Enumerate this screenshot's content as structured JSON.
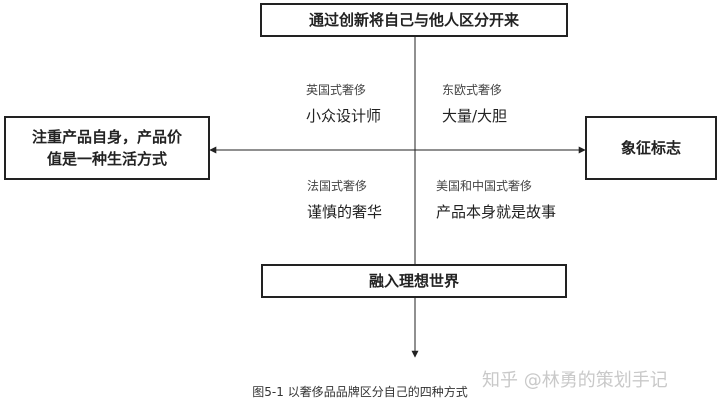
{
  "diagram": {
    "top_box": "通过创新将自己与他人区分开来",
    "bottom_box": "融入理想世界",
    "left_box_line1": "注重产品自身，产品价",
    "left_box_line2": "值是一种生活方式",
    "right_box": "象征标志",
    "quadrants": [
      {
        "position": "top-left",
        "caption": "英国式奢侈",
        "text": "小众设计师"
      },
      {
        "position": "top-right",
        "caption": "东欧式奢侈",
        "text": "大量/大胆"
      },
      {
        "position": "bottom-left",
        "caption": "法国式奢侈",
        "text": "谨慎的奢华"
      },
      {
        "position": "bottom-right",
        "caption": "美国和中国式奢侈",
        "text": "产品本身就是故事"
      }
    ],
    "figure_caption": "图5-1 以奢侈品品牌区分自己的四种方式",
    "watermark": "知乎 @林勇的策划手记"
  },
  "colors": {
    "line": "#222222",
    "caption_text": "#444444",
    "watermark": "#c9c9c9"
  }
}
